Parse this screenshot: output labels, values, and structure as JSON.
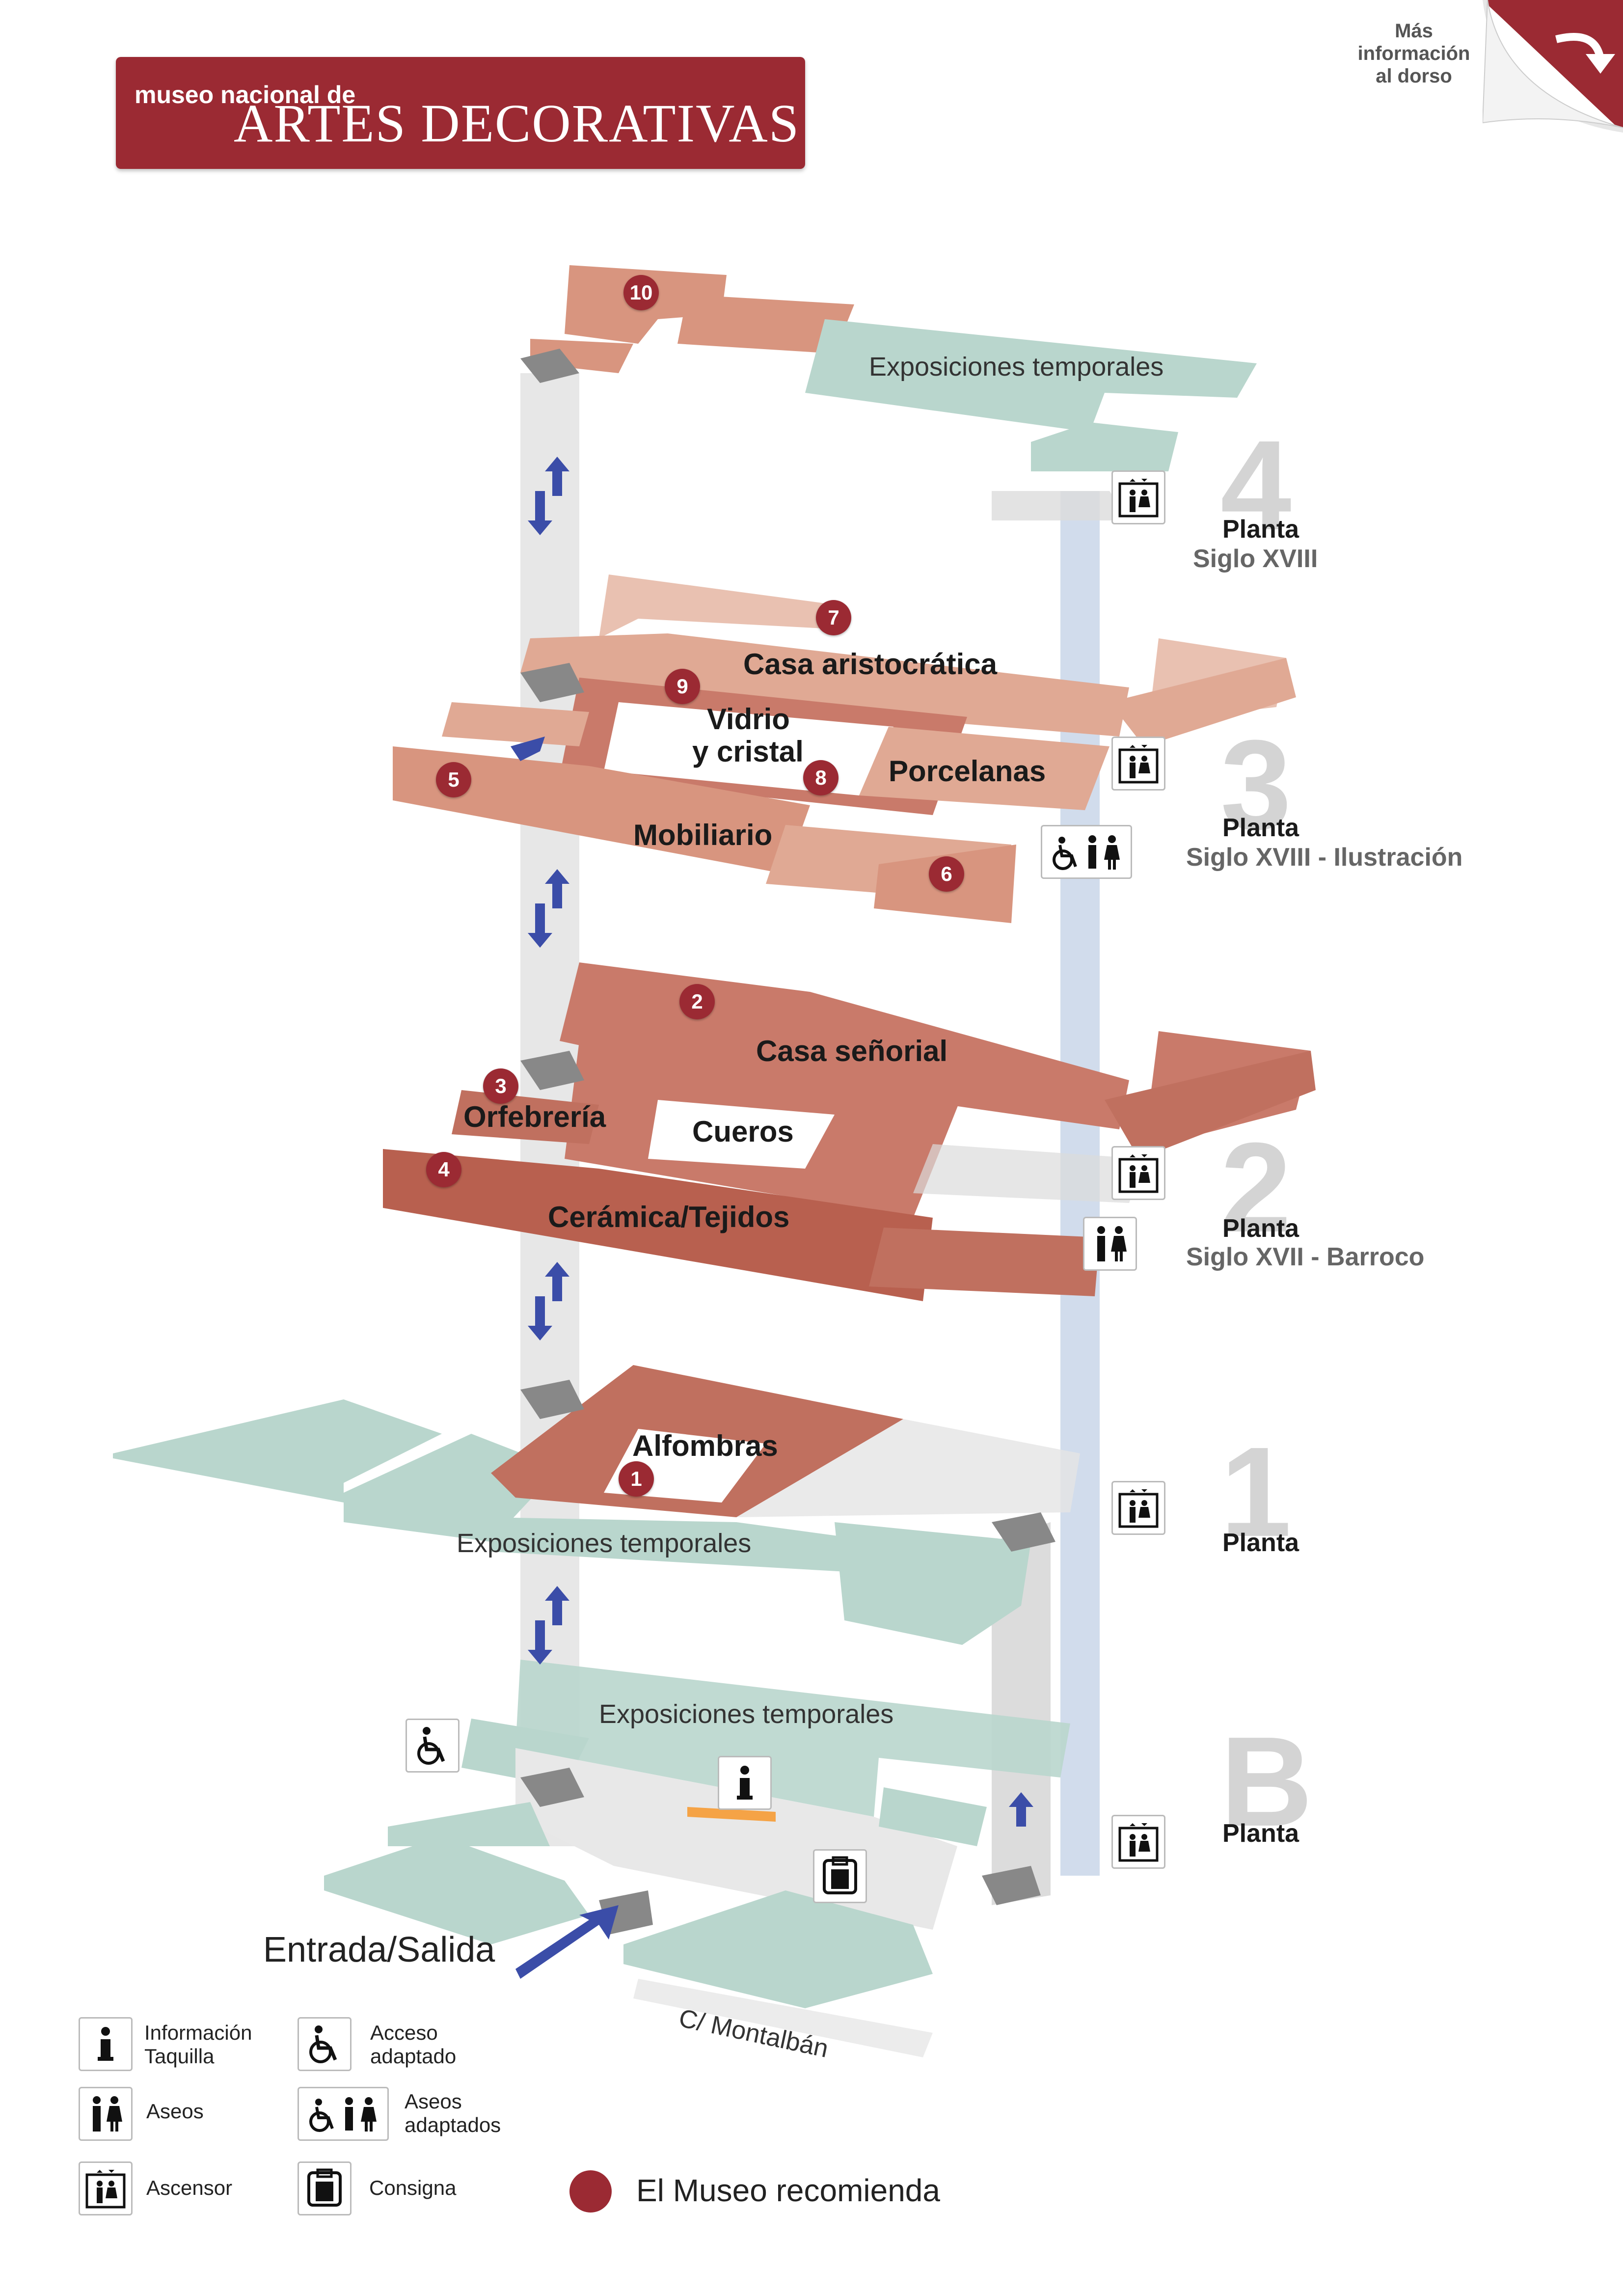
{
  "header": {
    "museum_small": "museo nacional de",
    "museum_big": "ARTES DECORATIVAS",
    "more_info": [
      "Más",
      "información",
      "al dorso"
    ]
  },
  "floors": [
    {
      "id": "4",
      "number": "4",
      "planta": "Planta",
      "period": "Siglo XVIII"
    },
    {
      "id": "3",
      "number": "3",
      "planta": "Planta",
      "period": "Siglo XVIII - Ilustración"
    },
    {
      "id": "2",
      "number": "2",
      "planta": "Planta",
      "period": "Siglo XVII - Barroco"
    },
    {
      "id": "1",
      "number": "1",
      "planta": "Planta",
      "period": ""
    },
    {
      "id": "B",
      "number": "B",
      "planta": "Planta",
      "period": ""
    }
  ],
  "rooms": {
    "f4_temporales": "Exposiciones temporales",
    "f3_casa_aristocratica": "Casa aristocrática",
    "f3_vidrio": "Vidrio",
    "f3_cristal": "y cristal",
    "f3_porcelanas": "Porcelanas",
    "f3_mobiliario": "Mobiliario",
    "f2_casa_senorial": "Casa señorial",
    "f2_orfebreria": "Orfebrería",
    "f2_cueros": "Cueros",
    "f2_ceramica": "Cerámica/Tejidos",
    "f1_alfombras": "Alfombras",
    "f1_temporales": "Exposiciones temporales",
    "fb_temporales": "Exposiciones temporales"
  },
  "recommended": [
    "1",
    "2",
    "3",
    "4",
    "5",
    "6",
    "7",
    "8",
    "9",
    "10"
  ],
  "entrance": "Entrada/Salida",
  "street": "C/ Montalbán",
  "legend": {
    "info": [
      "Información",
      "Taquilla"
    ],
    "access": [
      "Acceso",
      "adaptado"
    ],
    "toilets": "Aseos",
    "adapted_toilets": [
      "Aseos",
      "adaptados"
    ],
    "elevator": "Ascensor",
    "lockers": "Consigna",
    "recommends": "El Museo recomienda"
  },
  "colors": {
    "brand": "#9b2a33",
    "room_dark": "#c97a6a",
    "room_mid": "#d9a08e",
    "room_light": "#e9c1b1",
    "temporary": "#b9d6cd",
    "elevator": "#c9d6ea"
  },
  "icons": {
    "info": "info-icon",
    "access": "wheelchair-icon",
    "toilets": "toilets-icon",
    "elevator": "elevator-icon",
    "lockers": "locker-icon"
  }
}
